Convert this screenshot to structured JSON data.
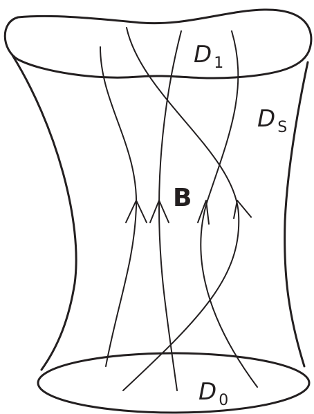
{
  "labels": {
    "top_surface": {
      "letter": "D",
      "subscript": "1"
    },
    "side_surface": {
      "letter": "D",
      "subscript": "S"
    },
    "bottom_surface": {
      "letter": "D",
      "subscript": "0"
    },
    "field": "B"
  },
  "colors": {
    "stroke": "#231f20",
    "background": "#ffffff"
  }
}
